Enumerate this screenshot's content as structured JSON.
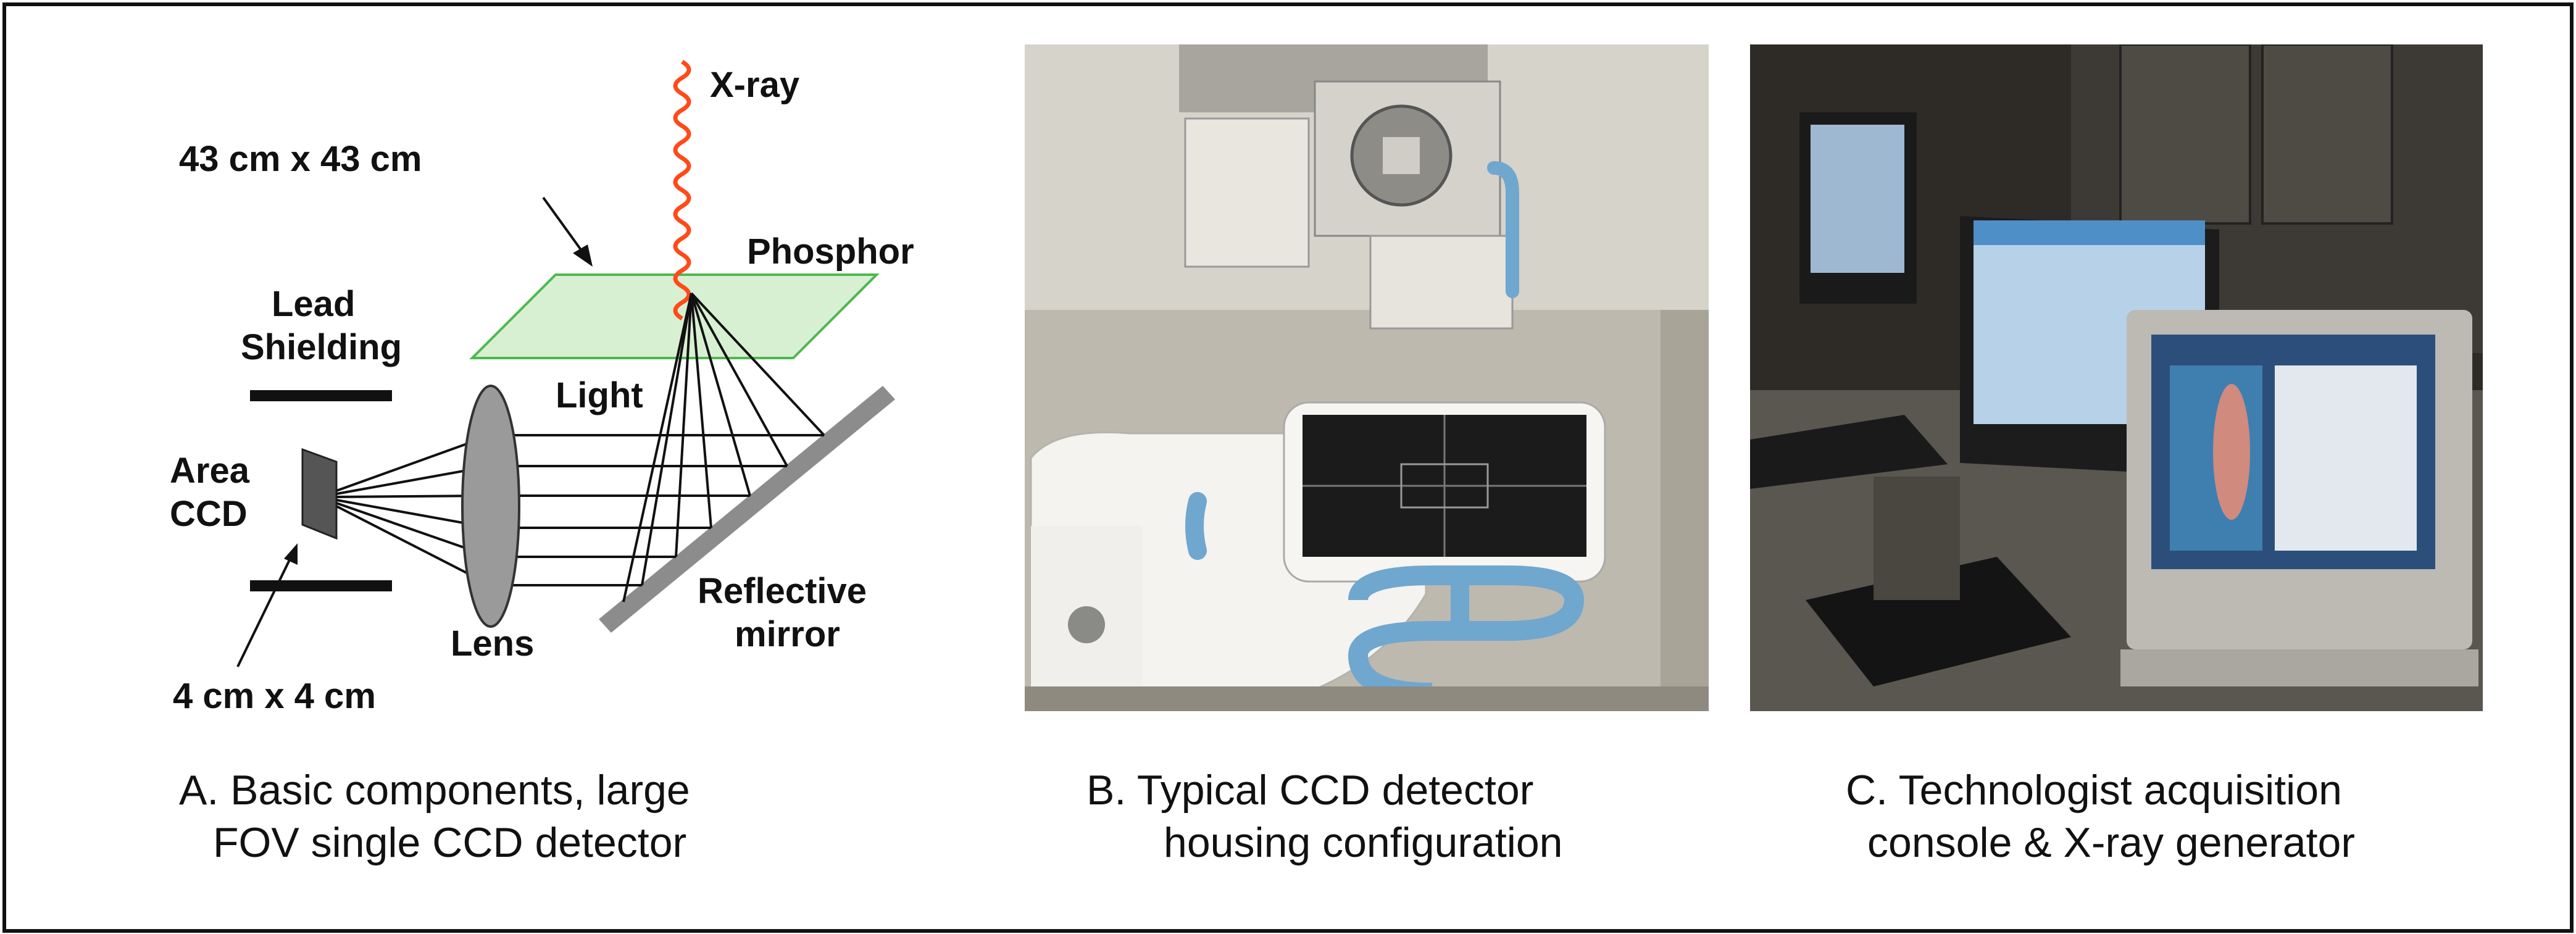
{
  "panel_a": {
    "labels": {
      "xray": "X-ray",
      "size_large": "43 cm x 43 cm",
      "phosphor": "Phosphor",
      "lead_shielding_1": "Lead",
      "lead_shielding_2": "Shielding",
      "light": "Light",
      "area_ccd_1": "Area",
      "area_ccd_2": "CCD",
      "reflective_1": "Reflective",
      "reflective_2": "mirror",
      "lens": "Lens",
      "size_small": "4 cm x 4 cm"
    },
    "colors": {
      "xray": "#ff4a1a",
      "phosphor_fill": "#d8f0d2",
      "phosphor_edge": "#4fb84f",
      "lens": "#9a9a9a",
      "mirror": "#8c8c8c",
      "ccd": "#555555"
    }
  },
  "captions": {
    "a_line1": "A. Basic components, large",
    "a_line2": "FOV single CCD detector",
    "b_line1": "B. Typical CCD detector",
    "b_line2": "housing configuration",
    "c_line1": "C. Technologist acquisition",
    "c_line2": "console & X-ray generator"
  }
}
